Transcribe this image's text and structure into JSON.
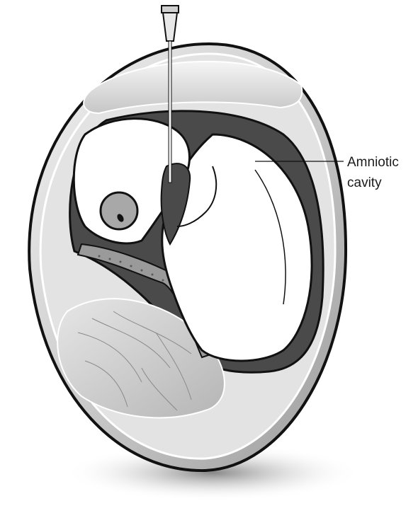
{
  "diagram": {
    "labels": [
      {
        "id": "amniotic-cavity",
        "lines": [
          "Amniotic",
          "cavity"
        ]
      }
    ],
    "colors": {
      "ink": "#111111",
      "shell": "#d9d9d9",
      "shell_dark": "#8a8a8a",
      "cavity_dark": "#4a4a4a",
      "fetus": "#ffffff",
      "placenta": "#c8c8c8",
      "shadow": "#9a9a9a"
    }
  }
}
